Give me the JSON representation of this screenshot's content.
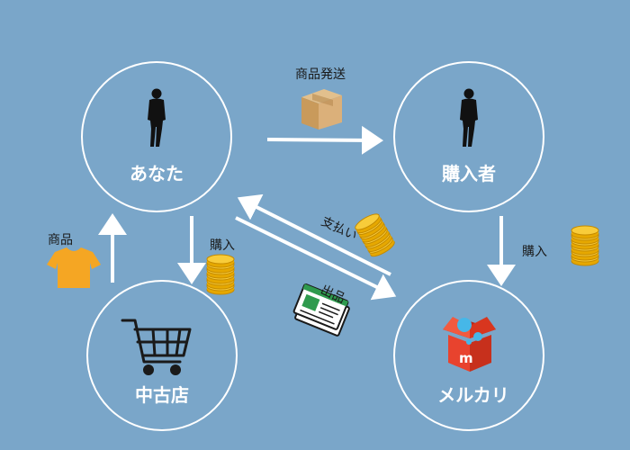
{
  "colors": {
    "background": "#7aa6c9",
    "circle_stroke": "#ffffff",
    "arrow": "#ffffff",
    "coin": "#f2b705",
    "shirt": "#f5a623",
    "box": "#d9b27c",
    "mercari_red": "#e8432e"
  },
  "nodes": {
    "you": {
      "label": "あなた",
      "icon": "person-silhouette-icon"
    },
    "buyer": {
      "label": "購入者",
      "icon": "person-silhouette-icon"
    },
    "used_shop": {
      "label": "中古店",
      "icon": "shopping-cart-icon"
    },
    "mercari": {
      "label": "メルカリ",
      "icon": "mercari-box-icon"
    }
  },
  "edges": {
    "ship": {
      "label": "商品発送",
      "icon": "cardboard-box-icon"
    },
    "payment": {
      "label": "支払い",
      "icon": "coin-stack-icon"
    },
    "listing": {
      "label": "出品",
      "icon": "laptop-listing-icon"
    },
    "purchase_used": {
      "label": "購入",
      "icon": "coin-stack-icon"
    },
    "purchase_buyer": {
      "label": "購入",
      "icon": "coin-stack-icon"
    },
    "goods": {
      "label": "商品",
      "icon": "t-shirt-icon"
    }
  }
}
